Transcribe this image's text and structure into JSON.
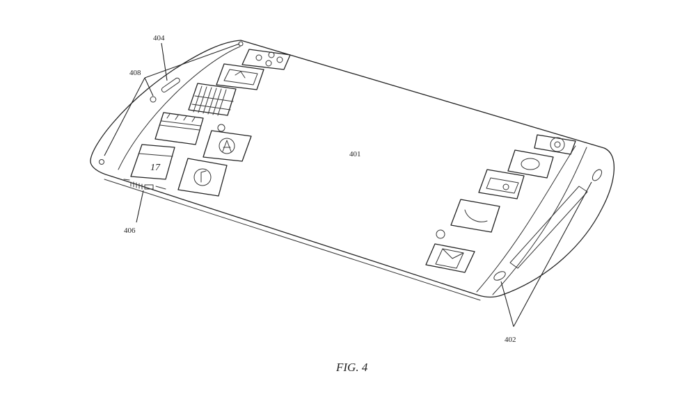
{
  "figure": {
    "caption": "FIG. 4",
    "references": {
      "screen": "401",
      "side_edge": "402",
      "speaker": "404",
      "status_bar": "406",
      "sensors": "408"
    },
    "icons": [
      {
        "name": "calendar-icon",
        "text": "17"
      },
      {
        "name": "music-icon"
      },
      {
        "name": "app-store-icon"
      },
      {
        "name": "video-icon"
      },
      {
        "name": "calculator-icon"
      },
      {
        "name": "photos-icon"
      },
      {
        "name": "game-icon"
      },
      {
        "name": "mail-icon"
      },
      {
        "name": "phone-icon"
      },
      {
        "name": "camera-icon"
      },
      {
        "name": "messages-icon"
      },
      {
        "name": "settings-icon"
      }
    ],
    "colors": {
      "line": "#222222",
      "background": "#ffffff"
    }
  }
}
